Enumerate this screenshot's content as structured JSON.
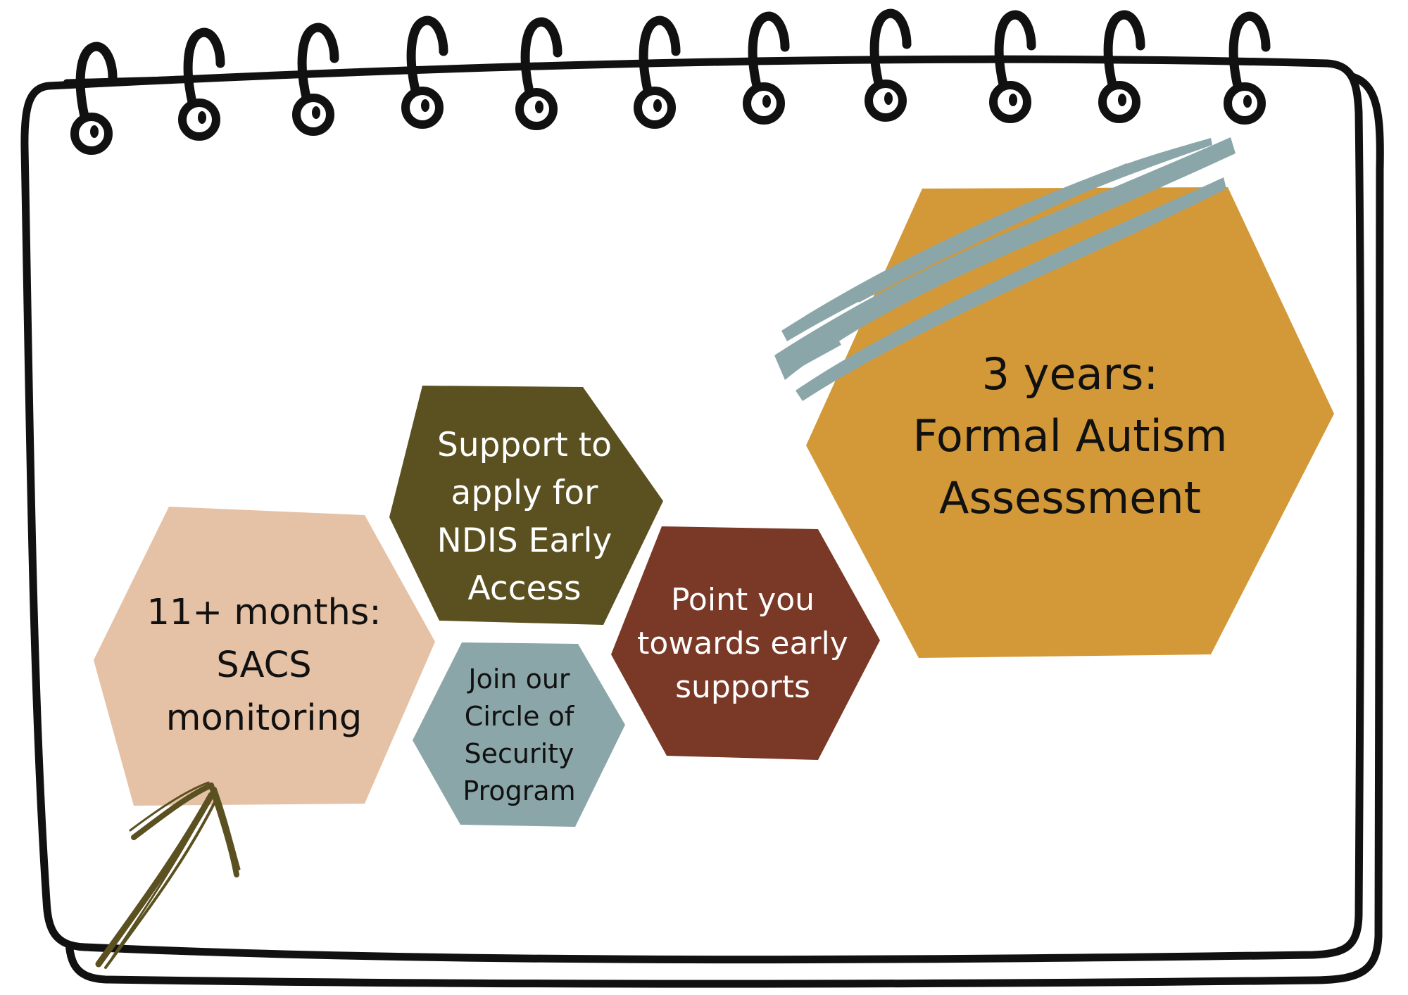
{
  "colors": {
    "outline": "#111111",
    "mustard": "#D39938",
    "olive": "#5A5020",
    "peach": "#E5C1A5",
    "rust": "#7A3826",
    "slate": "#8BA6A9",
    "arrow": "#5A5020",
    "text_dark": "#111111",
    "text_light": "#ffffff"
  },
  "diagram": {
    "hexagons": [
      {
        "id": "assessment",
        "color_key": "mustard",
        "lines": [
          "3 years:",
          "Formal Autism",
          "Assessment"
        ]
      },
      {
        "id": "sacs",
        "color_key": "peach",
        "lines": [
          "11+ months:",
          "SACS",
          "monitoring"
        ]
      },
      {
        "id": "ndis",
        "color_key": "olive",
        "lines": [
          "Support to",
          "apply for",
          "NDIS Early",
          "Access"
        ]
      },
      {
        "id": "point",
        "color_key": "rust",
        "lines": [
          "Point you",
          "towards early",
          "supports"
        ]
      },
      {
        "id": "circle",
        "color_key": "slate",
        "lines": [
          "Join our",
          "Circle of",
          "Security",
          "Program"
        ]
      }
    ],
    "decorations": [
      "spiral-notebook-binding",
      "brush-stroke",
      "hand-drawn-arrow-icon"
    ]
  }
}
